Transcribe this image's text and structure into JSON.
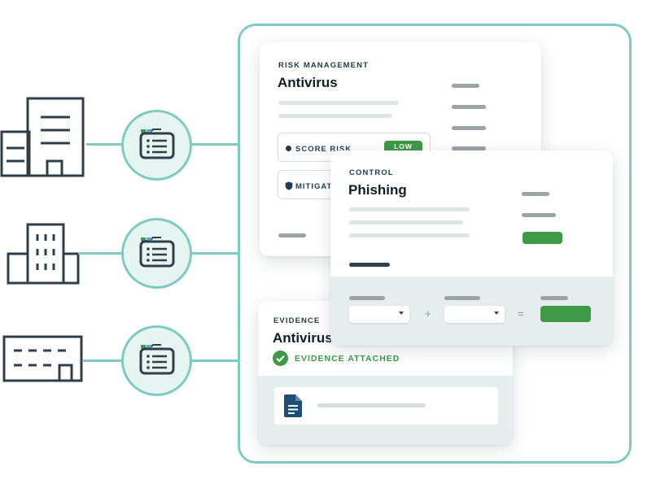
{
  "risk_card": {
    "eyebrow": "RISK MANAGEMENT",
    "title": "Antivirus",
    "score_label": "SCORE RISK",
    "score_badge": "LOW",
    "mitigation_label": "MITIGAT"
  },
  "control_card": {
    "eyebrow": "CONTROL",
    "title": "Phishing",
    "plus_symbol": "+",
    "equals_symbol": "="
  },
  "evidence_card": {
    "eyebrow": "EVIDENCE",
    "title": "Antivirus",
    "status": "EVIDENCE ATTACHED"
  },
  "icons": {
    "organizations": [
      "office-tower-icon",
      "apartment-building-icon",
      "warehouse-icon"
    ],
    "connector": "folder-list-icon"
  },
  "colors": {
    "teal": "#7ecbbf",
    "teal_fill": "#e6f5f2",
    "navy": "#2f4250",
    "green": "#3e9a47"
  }
}
